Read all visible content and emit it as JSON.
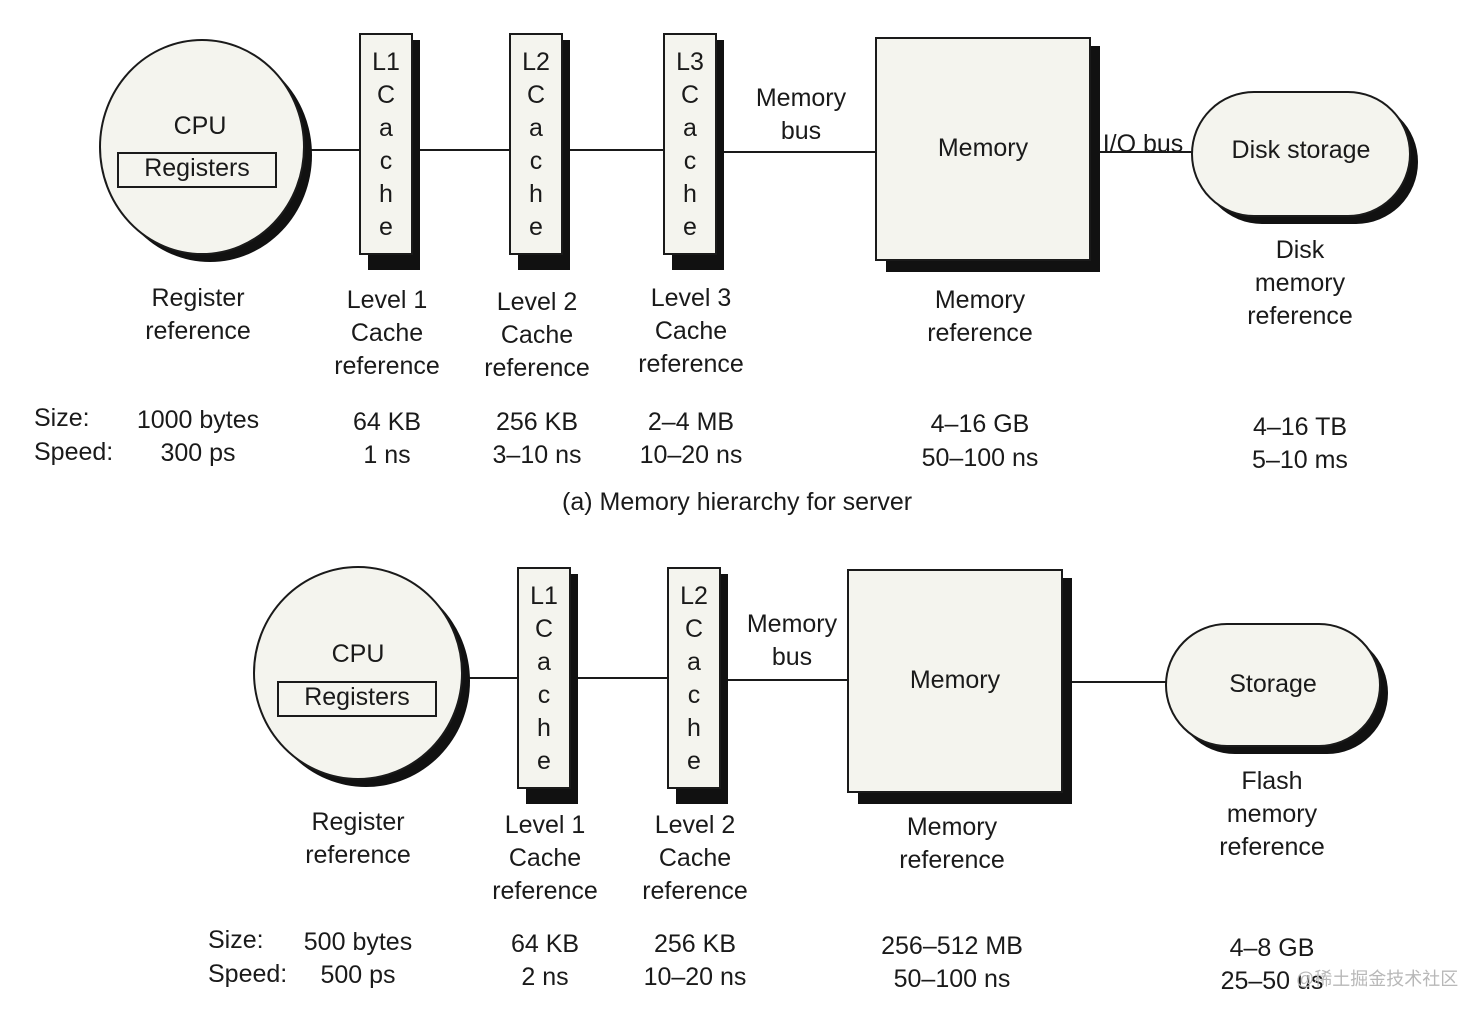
{
  "server": {
    "cpu": {
      "title": "CPU",
      "registers": "Registers",
      "reference": [
        "Register",
        "reference"
      ]
    },
    "l1": {
      "letters": [
        "L1",
        "C",
        "a",
        "c",
        "h",
        "e"
      ],
      "reference": [
        "Level 1",
        "Cache",
        "reference"
      ]
    },
    "l2": {
      "letters": [
        "L2",
        "C",
        "a",
        "c",
        "h",
        "e"
      ],
      "reference": [
        "Level 2",
        "Cache",
        "reference"
      ]
    },
    "l3": {
      "letters": [
        "L3",
        "C",
        "a",
        "c",
        "h",
        "e"
      ],
      "reference": [
        "Level 3",
        "Cache",
        "reference"
      ]
    },
    "memory_bus": [
      "Memory",
      "bus"
    ],
    "memory": {
      "title": "Memory",
      "reference": [
        "Memory",
        "reference"
      ]
    },
    "io_bus": "I/O bus",
    "disk": {
      "title": "Disk storage",
      "reference": [
        "Disk",
        "memory",
        "reference"
      ]
    },
    "size_label": "Size:",
    "speed_label": "Speed:",
    "stats": {
      "cpu": {
        "size": "1000 bytes",
        "speed": "300 ps"
      },
      "l1": {
        "size": "64 KB",
        "speed": "1 ns"
      },
      "l2": {
        "size": "256 KB",
        "speed": "3–10 ns"
      },
      "l3": {
        "size": "2–4 MB",
        "speed": "10–20 ns"
      },
      "memory": {
        "size": "4–16 GB",
        "speed": "50–100 ns"
      },
      "disk": {
        "size": "4–16 TB",
        "speed": "5–10 ms"
      }
    },
    "caption": "(a) Memory hierarchy for server"
  },
  "device": {
    "cpu": {
      "title": "CPU",
      "registers": "Registers",
      "reference": [
        "Register",
        "reference"
      ]
    },
    "l1": {
      "letters": [
        "L1",
        "C",
        "a",
        "c",
        "h",
        "e"
      ],
      "reference": [
        "Level 1",
        "Cache",
        "reference"
      ]
    },
    "l2": {
      "letters": [
        "L2",
        "C",
        "a",
        "c",
        "h",
        "e"
      ],
      "reference": [
        "Level 2",
        "Cache",
        "reference"
      ]
    },
    "memory_bus": [
      "Memory",
      "bus"
    ],
    "memory": {
      "title": "Memory",
      "reference": [
        "Memory",
        "reference"
      ]
    },
    "storage": {
      "title": "Storage",
      "reference": [
        "Flash",
        "memory",
        "reference"
      ]
    },
    "size_label": "Size:",
    "speed_label": "Speed:",
    "stats": {
      "cpu": {
        "size": "500 bytes",
        "speed": "500 ps"
      },
      "l1": {
        "size": "64 KB",
        "speed": "2 ns"
      },
      "l2": {
        "size": "256 KB",
        "speed": "10–20 ns"
      },
      "memory": {
        "size": "256–512 MB",
        "speed": "50–100 ns"
      },
      "storage": {
        "size": "4–8 GB",
        "speed": "25–50 us"
      }
    }
  },
  "watermark": "@稀土掘金技术社区",
  "colors": {
    "ink": "#1a1a1a",
    "shadow": "#111111",
    "box_fill": "#f4f4ee"
  }
}
